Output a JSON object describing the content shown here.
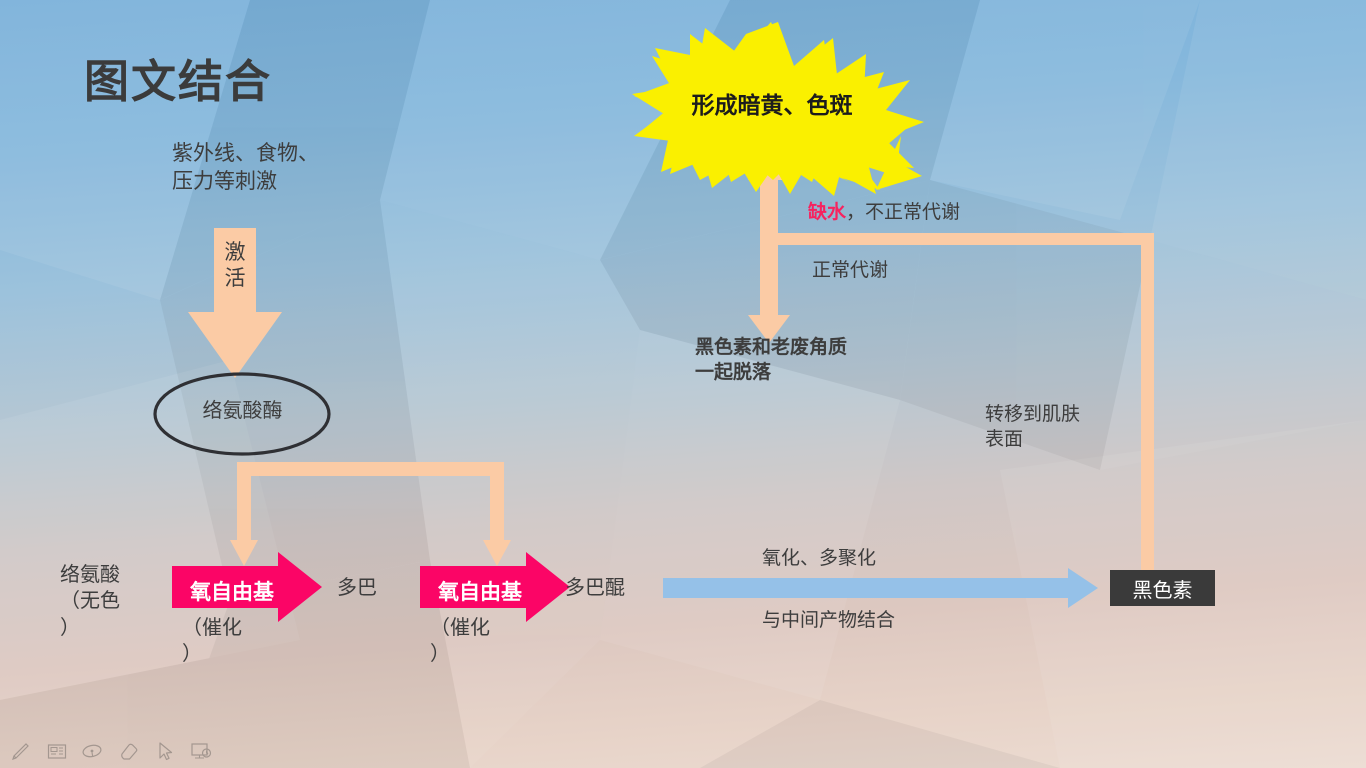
{
  "slide": {
    "title": "图文结合",
    "background": {
      "top_color": "#79b0da",
      "bottom_color": "#ecdcd2"
    }
  },
  "palette": {
    "peach_arrow": "#fbcba5",
    "pink_arrow": "#fb0566",
    "blue_arrow": "#95c1e8",
    "burst_yellow": "#faf000",
    "dark_chip": "#3a3a3a",
    "text_dark": "#3d3d3d",
    "highlight_pink": "#f7225f"
  },
  "diagram": {
    "stimulus_text": "紫外线、食物、\n压力等刺激",
    "activate_label": "激活",
    "enzyme_label": "络氨酸酶",
    "burst_label": "形成暗黄、色斑",
    "dehydration": {
      "highlight": "缺水",
      "rest": "，不正常代谢"
    },
    "normal_metabolism": "正常代谢",
    "shed_text": "黑色素和老废角质\n一起脱落",
    "transfer_text": "转移到肌肤\n表面",
    "chain": {
      "tyrosine": "络氨酸\n（无色\n）",
      "dopa": "多巴",
      "dopaquinone": "多巴醌",
      "catalyst_1": "（催化\n）",
      "catalyst_2": "（催化\n）",
      "pink_arrow_1": "氧自由基",
      "pink_arrow_2": "氧自由基"
    },
    "oxidation_label": "氧化、多聚化",
    "combine_label": "与中间产物结合",
    "melanin_label": "黑色素"
  },
  "toolbar": {
    "tools": [
      {
        "name": "pen-icon"
      },
      {
        "name": "screen-capture-icon"
      },
      {
        "name": "lasso-icon"
      },
      {
        "name": "eraser-icon"
      },
      {
        "name": "cursor-icon"
      },
      {
        "name": "projector-icon"
      }
    ]
  }
}
